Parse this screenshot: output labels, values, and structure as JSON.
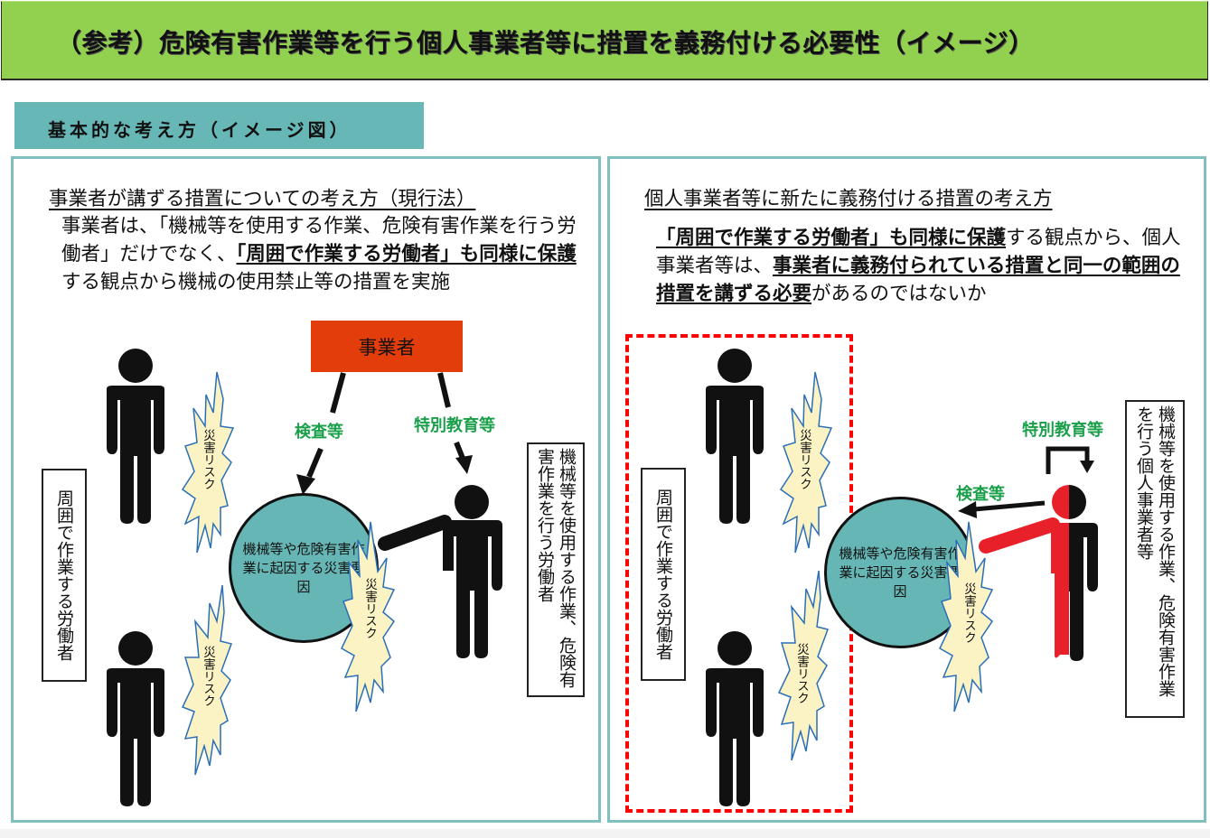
{
  "title": "（参考）危険有害作業等を行う個人事業者等に措置を義務付ける必要性（イメージ）",
  "section_tab": "基本的な考え方（イメージ図）",
  "colors": {
    "title_bg": "#92d050",
    "section_bg": "#67b7b7",
    "panel_border": "#7fc0bf",
    "employer_box": "#e23d0a",
    "hazard_circle": "#66b6b5",
    "green_label": "#1aa04a",
    "burst_fill": "#fbf3c4",
    "burst_stroke": "#2a6fb8",
    "dashed_frame": "#ff0000",
    "self_employed_red": "#e8202a"
  },
  "left_panel": {
    "heading": "事業者が講ずる措置についての考え方（現行法）",
    "paragraph": {
      "p1": "事業者は、「機械等を使用する作業、危険有害作業を行う労働者」だけでなく、",
      "b1": "「周囲で作業する労働者」も同様に保護",
      "p2": "する観点から機械の使用禁止等の措置を実施"
    },
    "employer_label": "事業者",
    "arrow_inspection_label": "検査等",
    "arrow_education_label": "特別教育等",
    "hazard_circle_text": "機械等や危険有害作業に起因する災害要因",
    "burst_label": "災害リスク",
    "surrounding_workers_label": "周囲で作業する労働者",
    "operator_label": "機械等を使用する作業、危険有害作業を行う労働者"
  },
  "right_panel": {
    "heading": "個人事業者等に新たに義務付ける措置の考え方",
    "paragraph": {
      "b1": "「周囲で作業する労働者」も同様に保護",
      "p1": "する観点から、個人事業者等は、",
      "b2": "事業者に義務付られている措置と同一の範囲の措置を講ずる必要",
      "p2": "があるのではないか"
    },
    "arrow_inspection_label": "検査等",
    "arrow_education_label": "特別教育等",
    "hazard_circle_text": "機械等や危険有害作業に起因する災害要因",
    "burst_label": "災害リスク",
    "surrounding_workers_label": "周囲で作業する労働者",
    "self_employed_label": "機械等を使用する作業、危険有害作業を行う個人事業者等"
  }
}
